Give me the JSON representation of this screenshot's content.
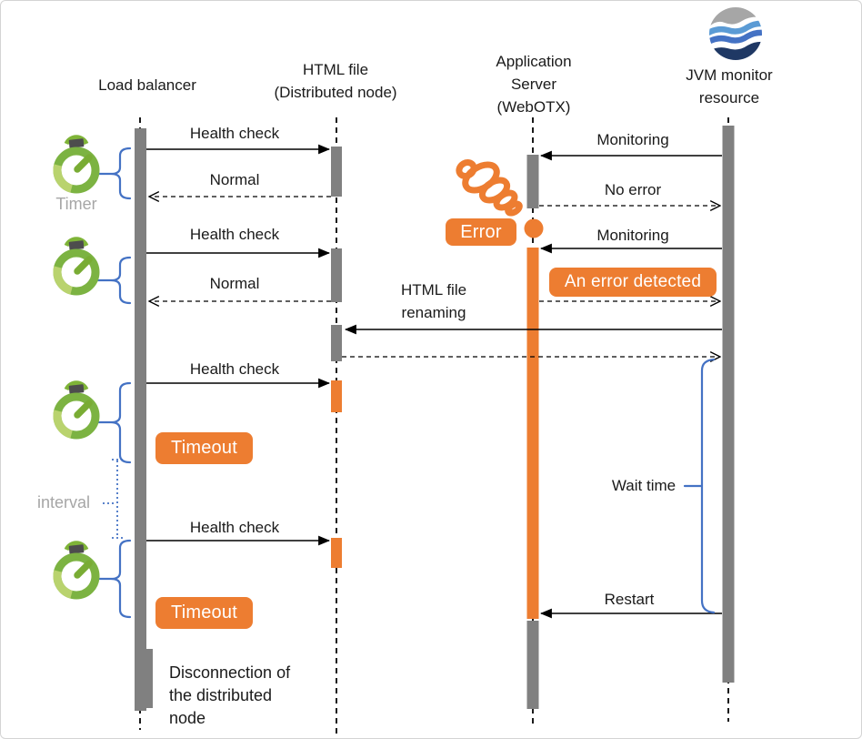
{
  "lifelines": [
    {
      "label": "Load balancer"
    },
    {
      "label": "HTML file\n(Distributed node)"
    },
    {
      "label": "Application\nServer\n(WebOTX)"
    },
    {
      "label": "JVM monitor\nresource"
    }
  ],
  "messages": {
    "health_check": "Health check",
    "normal": "Normal",
    "monitoring": "Monitoring",
    "no_error": "No error",
    "html_file_renaming": "HTML file\nrenaming",
    "wait_time": "Wait time",
    "restart": "Restart"
  },
  "badges": {
    "error": "Error",
    "an_error_detected": "An error detected",
    "timeout": "Timeout"
  },
  "annotations": {
    "timer": "Timer",
    "interval": "interval",
    "disconnection": "Disconnection of\nthe distributed\nnode"
  },
  "icons": {
    "timer": "stopwatch-icon",
    "jvm_logo": "globe-wave-icon",
    "error_scribble": "scribble-icon",
    "error_dot": "dot-icon"
  },
  "colors": {
    "orange": "#ED7D31",
    "bar_gray": "#808080",
    "brace_blue": "#4472C4",
    "timer_green": "#7CB342",
    "timer_green_light": "#B9D36E",
    "muted_text": "#A6A6A6",
    "logo_gray": "#A6A6A6",
    "logo_blue_light": "#5B9BD5",
    "logo_blue": "#4472C4",
    "logo_navy": "#1F3864"
  }
}
